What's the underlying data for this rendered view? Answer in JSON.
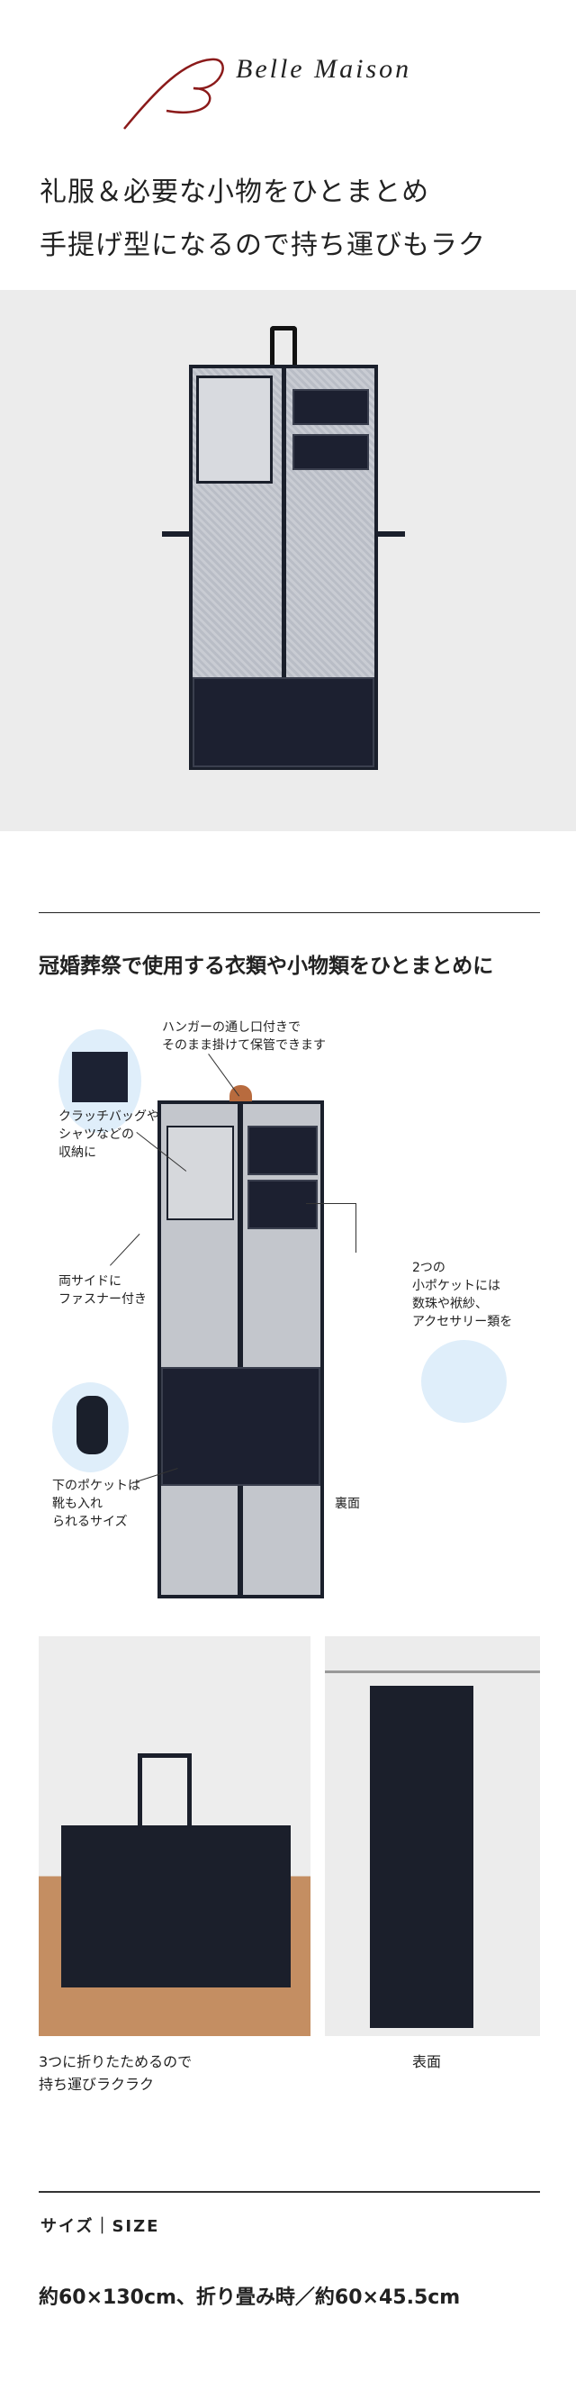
{
  "brand": {
    "name": "Belle Maison",
    "accent": "#8b1a1a"
  },
  "headline": [
    "礼服＆必要な小物をひとまとめ",
    "手提げ型になるので持ち運びもラク"
  ],
  "section": {
    "title": "冠婚葬祭で使用する衣類や小物類をひとまとめに",
    "notes": {
      "hanger": [
        "ハンガーの通し口付きで",
        "そのまま掛けて保管できます"
      ],
      "clutch": [
        "クラッチバッグや",
        "シャツなどの",
        "収納に"
      ],
      "sides": [
        "両サイドに",
        "ファスナー付き"
      ],
      "pockets": [
        "2つの",
        "小ポケットには",
        "数珠や袱紗、",
        "アクセサリー類を"
      ],
      "bottom": [
        "下のポケットは",
        "靴も入れ",
        "られるサイズ"
      ],
      "back_label": "裏面"
    }
  },
  "photos": {
    "left_caption": [
      "3つに折りたためるので",
      "持ち運びラクラク"
    ],
    "right_caption": "表面"
  },
  "size": {
    "label": "サイズ｜SIZE",
    "value": "約60×130cm、折り畳み時／約60×45.5cm"
  }
}
